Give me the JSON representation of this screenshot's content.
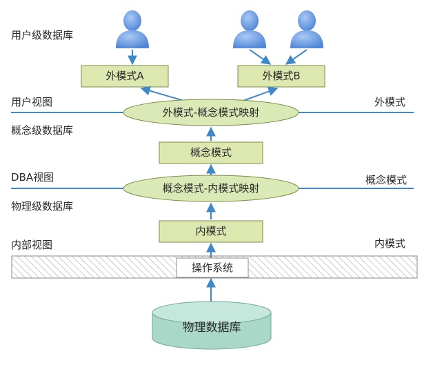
{
  "labels": {
    "user_db": "用户级数据库",
    "user_view": "用户视图",
    "concept_db": "概念级数据库",
    "dba_view": "DBA视图",
    "physical_db": "物理级数据库",
    "internal_view": "内部视图",
    "external_schema": "外模式",
    "conceptual_schema": "概念模式",
    "internal_schema": "内模式"
  },
  "nodes": {
    "external_a": "外模式A",
    "external_b": "外模式B",
    "ext_concept_mapping": "外模式-概念模式映射",
    "conceptual": "概念模式",
    "concept_internal_mapping": "概念模式-内模式映射",
    "internal": "内模式",
    "os": "操作系统",
    "physical_db": "物理数据库"
  },
  "colors": {
    "line": "#3f88c8",
    "box_fill": "#dde8b0",
    "box_stroke": "#7a8e46",
    "ellipse_fill": "#dbe9b6",
    "user_icon": "#6a9fe0",
    "cylinder": "#a9d8c8"
  },
  "icons": [
    "user-icon",
    "user-icon",
    "user-icon"
  ]
}
